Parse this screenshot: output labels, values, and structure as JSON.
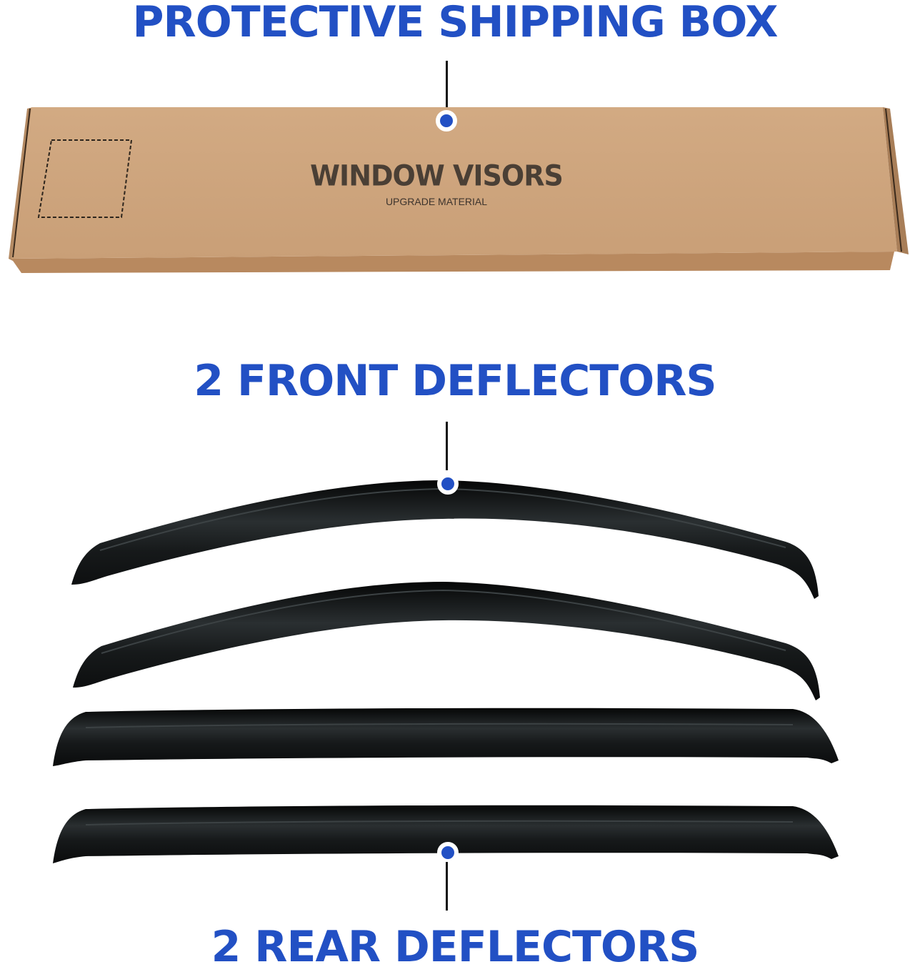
{
  "labels": {
    "box": "PROTECTIVE SHIPPING BOX",
    "front": "2 FRONT DEFLECTORS",
    "rear": "2 REAR DEFLECTORS"
  },
  "box": {
    "title": "WINDOW VISORS",
    "subtitle": "UPGRADE MATERIAL"
  },
  "colors": {
    "accent": "#2250c4",
    "kraft": "#cfa57d",
    "visor": "#0d0f10"
  }
}
